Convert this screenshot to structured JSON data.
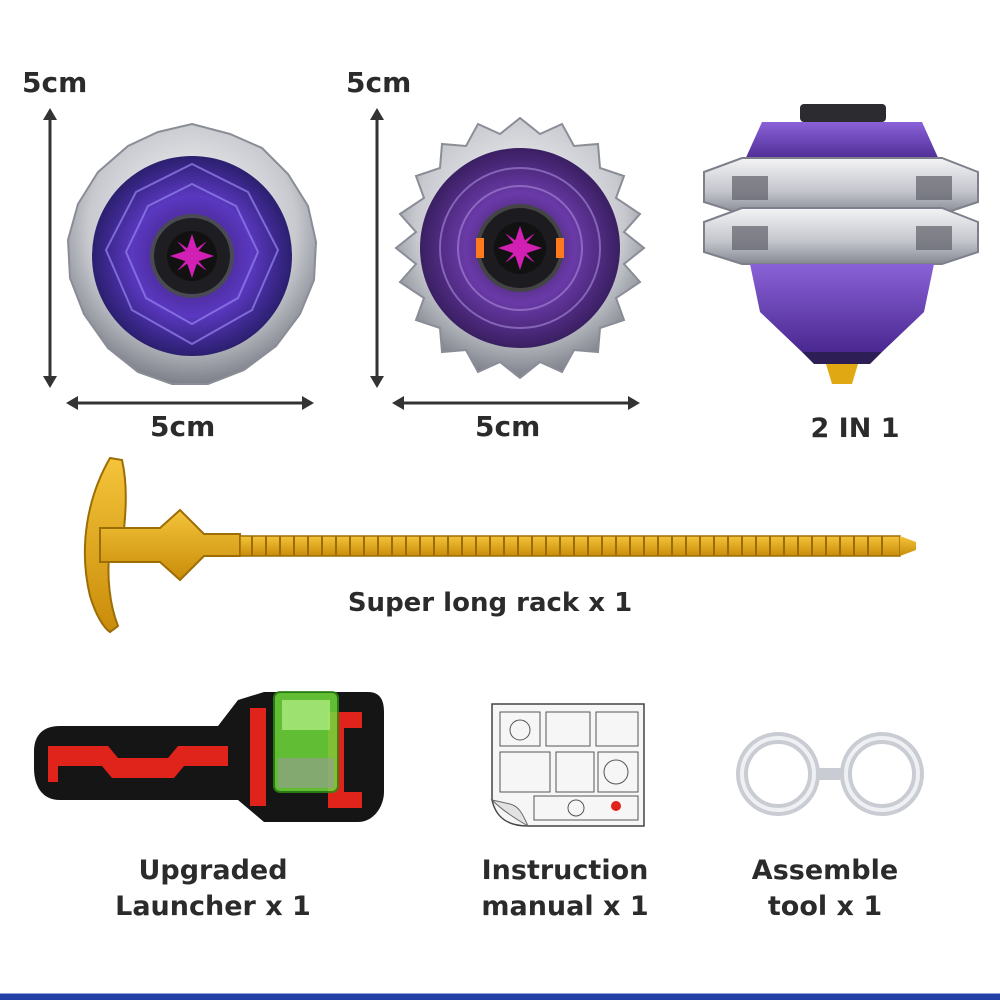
{
  "dimensions": {
    "top1_height": "5cm",
    "top1_width": "5cm",
    "top2_height": "5cm",
    "top2_width": "5cm"
  },
  "labels": {
    "two_in_one": "2 IN 1",
    "rack": "Super long rack x 1",
    "launcher_line1": "Upgraded",
    "launcher_line2": "Launcher x 1",
    "manual_line1": "Instruction",
    "manual_line2": "manual x 1",
    "tool_line1": "Assemble",
    "tool_line2": "tool x 1"
  },
  "colors": {
    "purple": "#5a2fa0",
    "silver": "#c9cbd1",
    "gold": "#e0a914",
    "launcher_red": "#e0231b",
    "launcher_black": "#151515",
    "clip_green": "#6fdc3a",
    "accent_blue": "#2340a8"
  }
}
